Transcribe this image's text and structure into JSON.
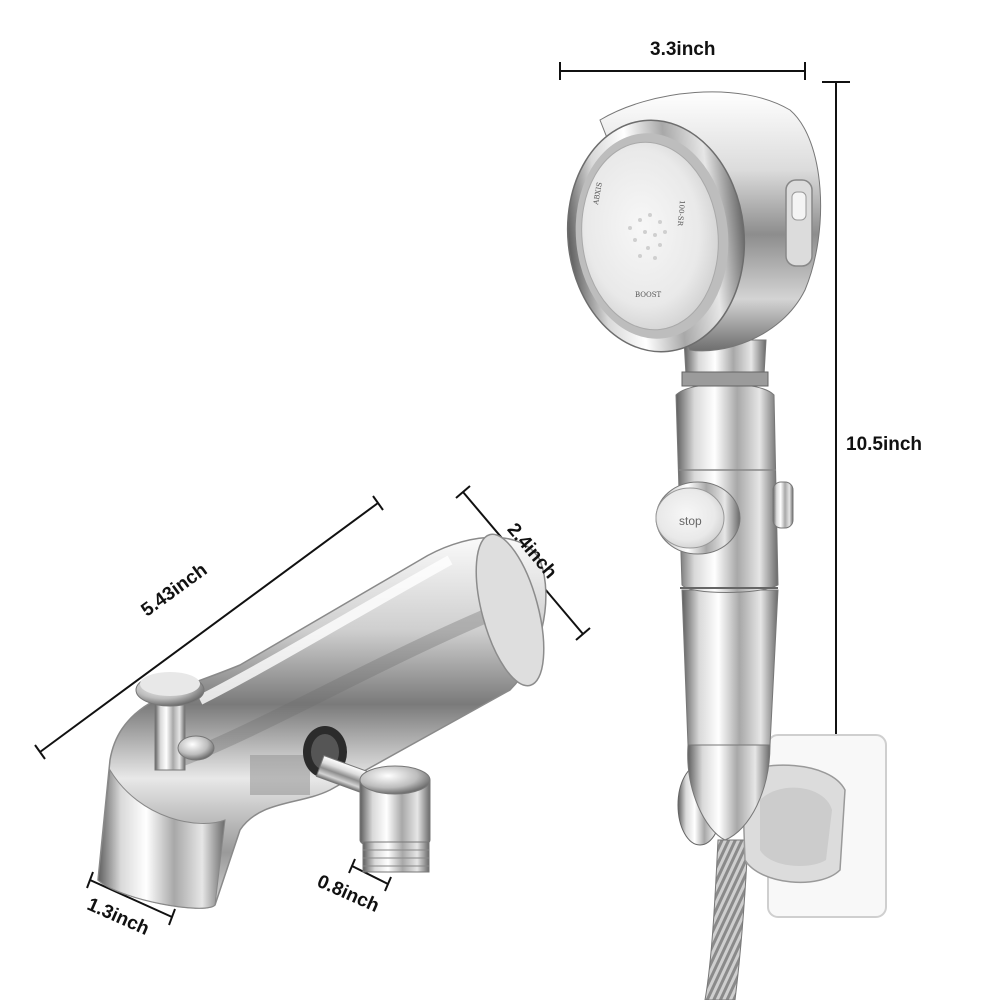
{
  "dimensions": {
    "head_width": "3.3inch",
    "total_height": "10.5inch",
    "spout_length": "5.43inch",
    "spout_diameter": "2.4inch",
    "spout_outlet": "1.3inch",
    "diverter_connector": "0.8inch"
  },
  "shower_head": {
    "face_markings": [
      "ABXIS",
      "100-SR",
      "BOOST"
    ],
    "stop_button_label": "stop"
  },
  "colors": {
    "background": "#ffffff",
    "chrome_light": "#f4f4f4",
    "chrome_dark": "#6e6e6e",
    "dimension_lines": "#111111"
  }
}
